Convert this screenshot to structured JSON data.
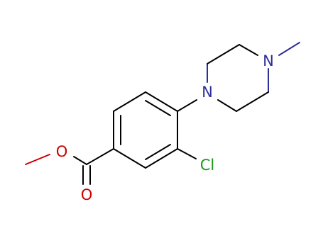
{
  "colors": {
    "carbon": "#000000",
    "nitrogen": "#2e2e99",
    "oxygen": "#cc0000",
    "chlorine": "#1a9a1a",
    "background": "#ffffff"
  },
  "atoms": {
    "ring_nitrogen_aryl": "N",
    "ring_nitrogen_methyl": "N",
    "ester_oxygen": "O",
    "carbonyl_oxygen": "O",
    "chlorine": "Cl"
  }
}
